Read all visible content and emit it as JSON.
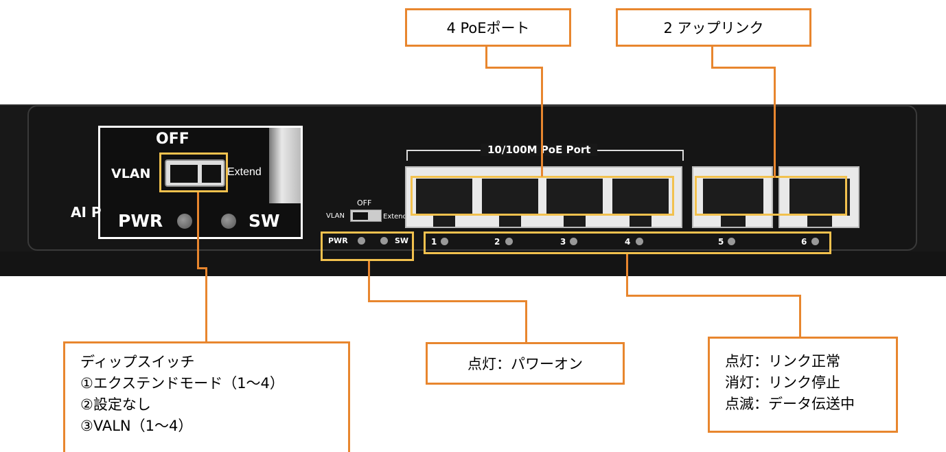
{
  "callouts": {
    "poe": "4 PoEポート",
    "uplink": "2 アップリンク",
    "dip": [
      "ディップスイッチ",
      "①エクステンドモード（1～4）",
      "②設定なし",
      "③VALN（1～4）"
    ],
    "power": "点灯：パワーオン",
    "link": [
      "点灯：リンク正常",
      "消灯：リンク停止",
      "点滅：データ伝送中"
    ]
  },
  "device": {
    "port_title": "10/100M PoE Port",
    "zoom": {
      "off": "OFF",
      "vlan": "VLAN",
      "extend": "Extend",
      "pwr": "PWR",
      "sw": "SW",
      "ai": "AI P"
    },
    "small": {
      "off": "OFF",
      "vlan": "VLAN",
      "extend": "Extend",
      "pwr": "PWR",
      "sw": "SW"
    },
    "port_numbers": [
      "1",
      "2",
      "3",
      "4",
      "5",
      "6"
    ]
  },
  "colors": {
    "callout_border": "#e8862e",
    "highlight": "#f2c14e",
    "chassis": "#181818"
  }
}
